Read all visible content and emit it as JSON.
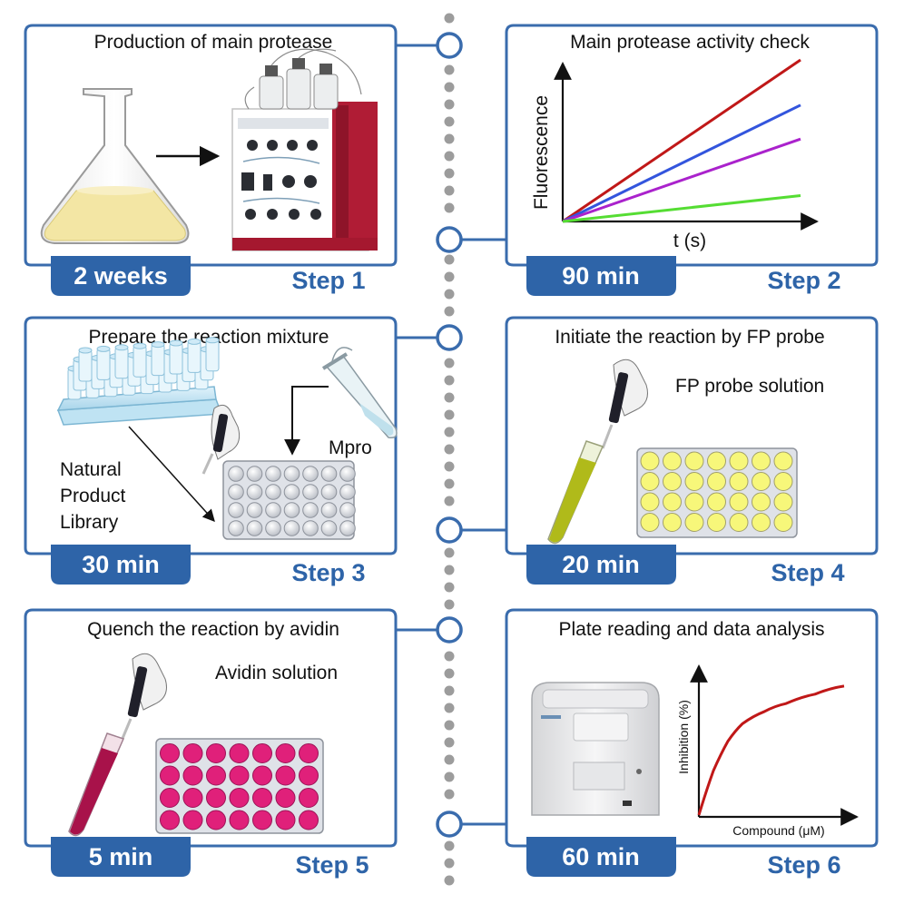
{
  "steps": [
    {
      "title": "Production of main protease",
      "duration": "2 weeks",
      "step": "Step 1",
      "labels": []
    },
    {
      "title": "Main protease activity check",
      "duration": "90 min",
      "step": "Step 2",
      "labels": []
    },
    {
      "title": "Prepare the reaction mixture",
      "duration": "30 min",
      "step": "Step 3",
      "labels": [
        "Mpro",
        "Natural",
        "Product",
        "Library"
      ]
    },
    {
      "title": "Initiate the reaction by FP probe",
      "duration": "20 min",
      "step": "Step 4",
      "labels": [
        "FP probe solution"
      ]
    },
    {
      "title": "Quench the reaction by avidin",
      "duration": "5 min",
      "step": "Step 5",
      "labels": [
        "Avidin solution"
      ]
    },
    {
      "title": "Plate reading and data analysis",
      "duration": "60 min",
      "step": "Step 6",
      "labels": []
    }
  ],
  "chart_data": [
    {
      "type": "line",
      "title": "",
      "xlabel": "t (s)",
      "ylabel": "Fluorescence",
      "x": [
        0,
        1
      ],
      "series": [
        {
          "color": "#c01818",
          "values": [
            0,
            1.0
          ]
        },
        {
          "color": "#3355dd",
          "values": [
            0,
            0.72
          ]
        },
        {
          "color": "#aa22cc",
          "values": [
            0,
            0.51
          ]
        },
        {
          "color": "#55dd33",
          "values": [
            0,
            0.16
          ]
        }
      ]
    },
    {
      "type": "line",
      "title": "",
      "xlabel": "Compound (μM)",
      "ylabel": "Inhibition (%)",
      "x": [
        0,
        0.1,
        0.2,
        0.3,
        0.45,
        0.6,
        0.8,
        1.0
      ],
      "series": [
        {
          "color": "#c01818",
          "values": [
            0,
            0.33,
            0.55,
            0.68,
            0.77,
            0.83,
            0.9,
            0.96
          ]
        }
      ]
    }
  ],
  "colors": {
    "border": "#3a6cad",
    "accent_blue": "#2e64a8",
    "timeline_dot": "#9c9c9c",
    "flask_liquid": "#f3e6a4",
    "tube_yellow": "#b0ba1a",
    "well_yellow": "#f7f77a",
    "tube_red": "#a8124a",
    "well_pink": "#e0207a"
  },
  "icons": [
    "flask-icon",
    "chromatography-system-icon",
    "pipette-icon",
    "microtube-icon",
    "tip-rack-icon",
    "well-plate-icon",
    "test-tube-icon",
    "plate-reader-icon"
  ]
}
